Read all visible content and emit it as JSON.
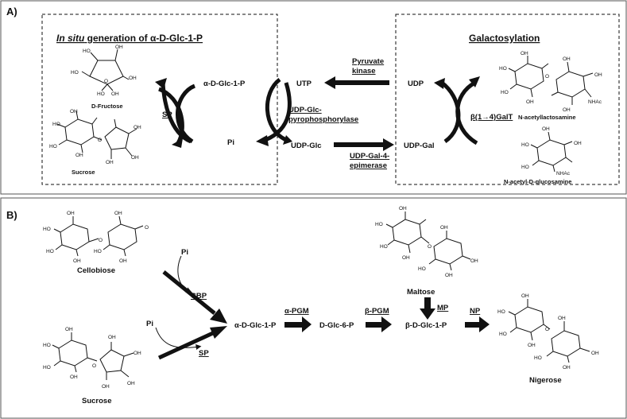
{
  "panels": {
    "a": "A)",
    "b": "B)"
  },
  "panel_a": {
    "box_left_title_em": "In situ",
    "box_left_title_rest": " generation of α-D-Glc-1-P",
    "box_right_title": "Galactosylation",
    "d_fructose": "D-Fructose",
    "sucrose": "Sucrose",
    "sp": "SP",
    "glc1p": "α-D-Glc-1-P",
    "pi": "Pi",
    "utp": "UTP",
    "udp_glc": "UDP-Glc",
    "udp": "UDP",
    "udp_gal": "UDP-Gal",
    "pyruvate_kinase_1": "Pyruvate",
    "pyruvate_kinase_2": "kinase",
    "ugp_1": "UDP-Glc-",
    "ugp_2": "pyrophosphorylase",
    "epimerase_1": "UDP-Gal-4-",
    "epimerase_2": "epimerase",
    "galt": "β(1→4)GalT",
    "n_acetyllactosamine": "N-acetyllactosamine",
    "n_acetyl_glucosamine": "N-acetyl-D-glucosamine"
  },
  "panel_b": {
    "cellobiose": "Cellobiose",
    "sucrose": "Sucrose",
    "maltose": "Maltose",
    "nigerose": "Nigerose",
    "pi_top": "Pi",
    "pi_bottom": "Pi",
    "cbp": "CBP",
    "sp": "SP",
    "glc1p_alpha": "α-D-Glc-1-P",
    "a_pgm": "α-PGM",
    "glc6p": "D-Glc-6-P",
    "b_pgm": "β-PGM",
    "glc1p_beta": "β-D-Glc-1-P",
    "mp": "MP",
    "np": "NP"
  },
  "groups": {
    "oh": "OH",
    "ho": "HO",
    "o": "O",
    "nhac": "NHAc"
  }
}
